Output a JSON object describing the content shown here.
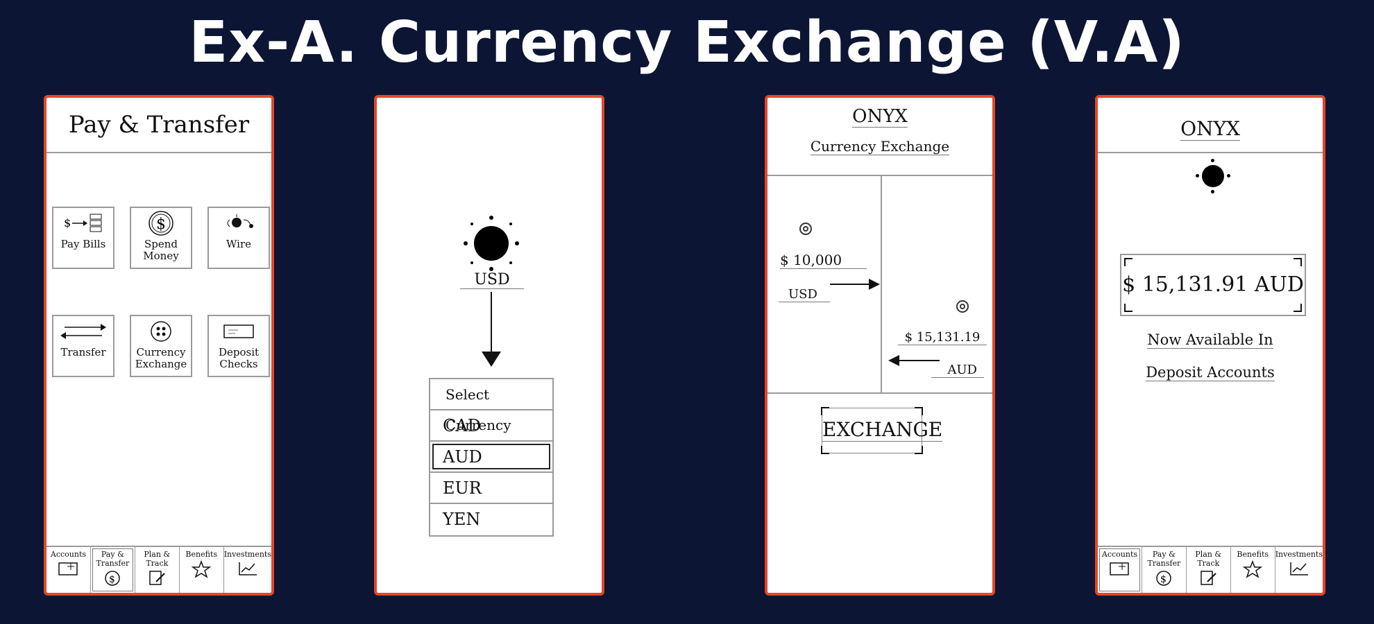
{
  "page_title": "Ex-A. Currency Exchange (V.A)",
  "colors": {
    "background": "#0c1634",
    "frame_border": "#e2472a",
    "screen": "#ffffff"
  },
  "screen1": {
    "header": "Pay & Transfer",
    "tiles": [
      {
        "icon": "pay-bills-icon",
        "label": "Pay Bills"
      },
      {
        "icon": "dollar-coin-icon",
        "label": "Spend Money"
      },
      {
        "icon": "wire-icon",
        "label": "Wire"
      },
      {
        "icon": "transfer-arrows-icon",
        "label": "Transfer"
      },
      {
        "icon": "currency-exchange-icon",
        "label": "Currency Exchange"
      },
      {
        "icon": "check-icon",
        "label": "Deposit Checks"
      }
    ],
    "tabs": [
      {
        "label": "Accounts",
        "icon": "wallet-icon"
      },
      {
        "label": "Pay & Transfer",
        "icon": "dollar-cycle-icon"
      },
      {
        "label": "Plan & Track",
        "icon": "notepad-pencil-icon"
      },
      {
        "label": "Benefits",
        "icon": "star-icon"
      },
      {
        "label": "Investments",
        "icon": "line-chart-icon"
      }
    ]
  },
  "screen2": {
    "from_currency": "USD",
    "select_header": "Select Currency",
    "options": [
      "CAD",
      "AUD",
      "EUR",
      "YEN"
    ],
    "selected": "AUD"
  },
  "screen3": {
    "brand": "ONYX",
    "subtitle": "Currency Exchange",
    "from_amount": "$ 10,000",
    "from_currency": "USD",
    "to_amount": "$ 15,131.19",
    "to_currency": "AUD",
    "button_label": "EXCHANGE"
  },
  "screen4": {
    "brand": "ONYX",
    "amount": "$ 15,131.91 AUD",
    "line1": "Now Available In",
    "line2": "Deposit Accounts",
    "tabs": [
      {
        "label": "Accounts",
        "icon": "wallet-icon"
      },
      {
        "label": "Pay & Transfer",
        "icon": "dollar-cycle-icon"
      },
      {
        "label": "Plan & Track",
        "icon": "notepad-pencil-icon"
      },
      {
        "label": "Benefits",
        "icon": "star-icon"
      },
      {
        "label": "Investments",
        "icon": "line-chart-icon"
      }
    ]
  }
}
